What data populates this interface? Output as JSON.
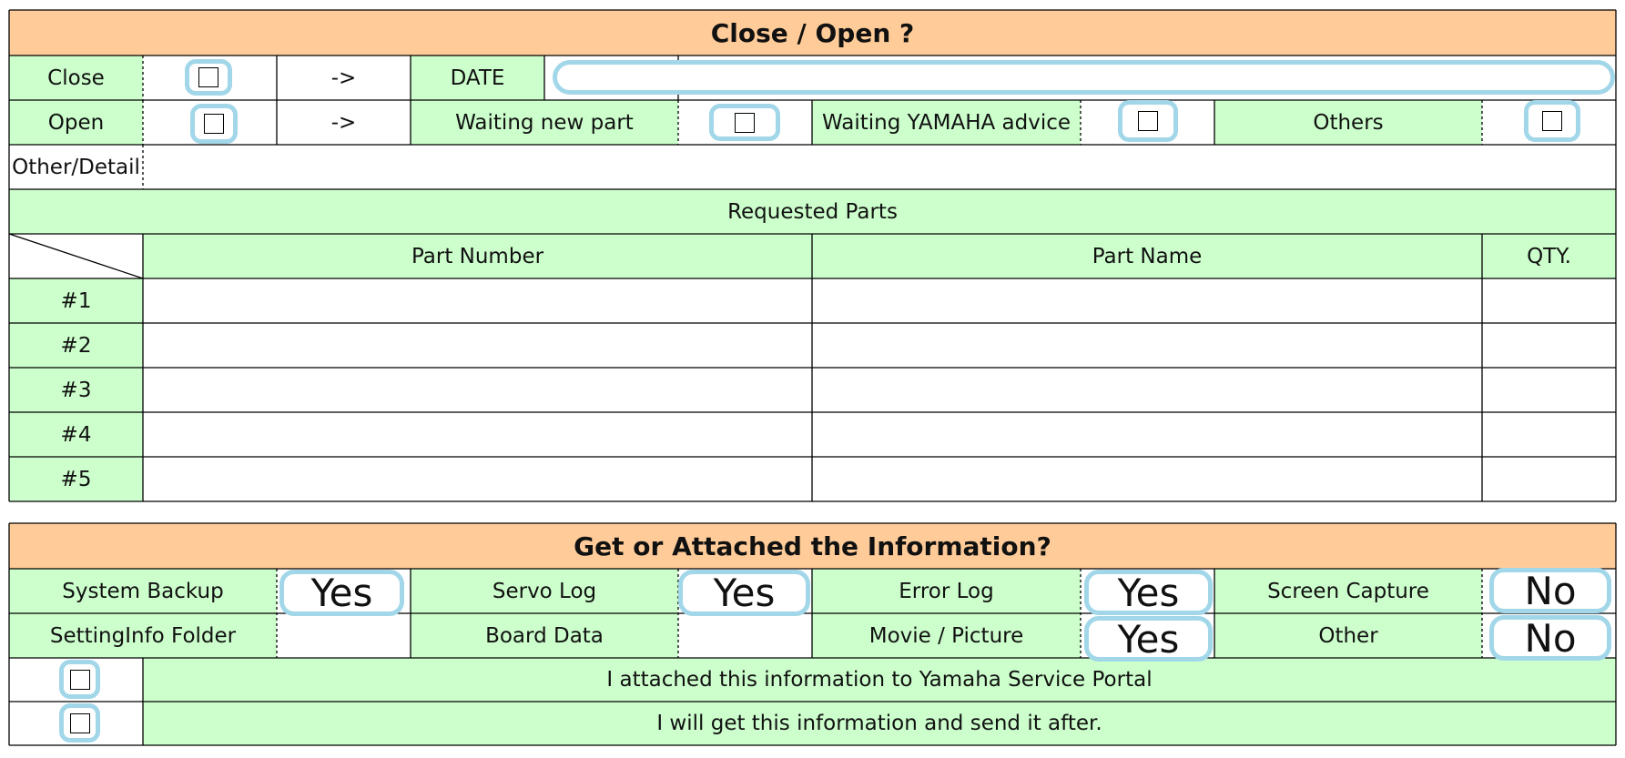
{
  "close_open": {
    "title": "Close / Open ?",
    "close_label": "Close",
    "arrow": "->",
    "date_label": "DATE",
    "date_value": "",
    "open_label": "Open",
    "waiting_new_part_label": "Waiting new part",
    "waiting_yamaha_label": "Waiting YAMAHA advice",
    "others_label": "Others",
    "other_detail_label": "Other/Detail",
    "other_detail_value": ""
  },
  "requested_parts": {
    "title": "Requested Parts",
    "columns": [
      "Part Number",
      "Part Name",
      "QTY."
    ],
    "rows": [
      {
        "label": "#1",
        "part_number": "",
        "part_name": "",
        "qty": ""
      },
      {
        "label": "#2",
        "part_number": "",
        "part_name": "",
        "qty": ""
      },
      {
        "label": "#3",
        "part_number": "",
        "part_name": "",
        "qty": ""
      },
      {
        "label": "#4",
        "part_number": "",
        "part_name": "",
        "qty": ""
      },
      {
        "label": "#5",
        "part_number": "",
        "part_name": "",
        "qty": ""
      }
    ]
  },
  "information": {
    "title": "Get or Attached the Information?",
    "system_backup_label": "System Backup",
    "system_backup_value": "Yes",
    "servo_log_label": "Servo Log",
    "servo_log_value": "Yes",
    "error_log_label": "Error Log",
    "error_log_value": "Yes",
    "screen_capture_label": "Screen Capture",
    "screen_capture_value": "No",
    "setting_info_label": "SettingInfo Folder",
    "setting_info_value": "",
    "board_data_label": "Board Data",
    "board_data_value": "",
    "movie_picture_label": "Movie / Picture",
    "movie_picture_value": "Yes",
    "other_label": "Other",
    "other_value": "No",
    "attached_portal_text": "I attached this information to Yamaha Service Portal",
    "send_after_text": "I will get this information and send it after."
  },
  "colors": {
    "header_orange": "#ffcc99",
    "label_green": "#ccffcc",
    "highlight_blue": "#a2d7e9"
  }
}
